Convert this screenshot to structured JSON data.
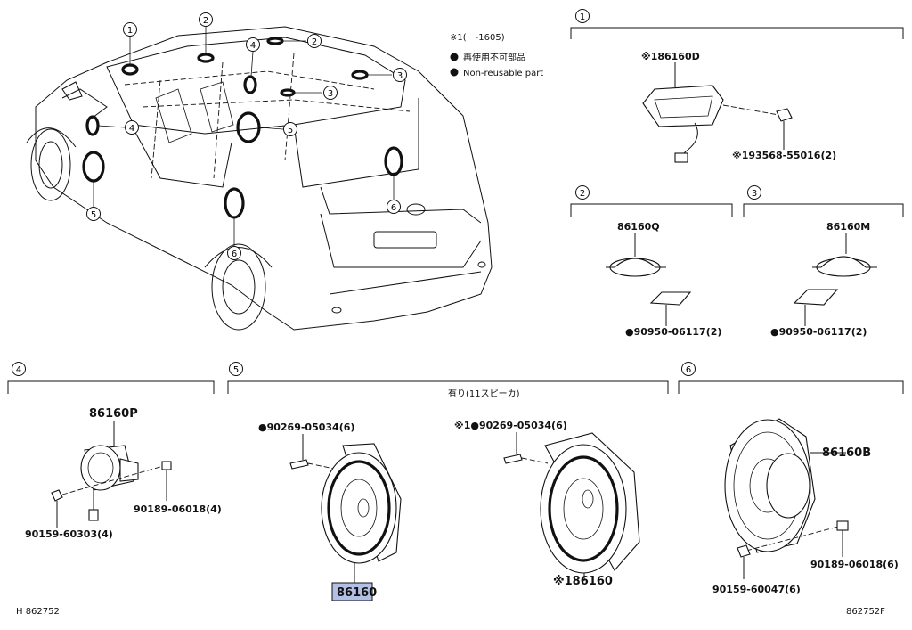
{
  "legend": {
    "note1": "※1(　-1605)",
    "nonreusable_jp": "再使用不可部品",
    "nonreusable_en": "Non-reusable part"
  },
  "callouts": [
    "1",
    "2",
    "3",
    "4",
    "5",
    "6"
  ],
  "sections": {
    "s1": {
      "num": "1",
      "main_part": "※186160D",
      "screw": "※193568-55016(2)"
    },
    "s2": {
      "num": "2",
      "main_part": "86160Q",
      "pad": "●90950-06117(2)"
    },
    "s3": {
      "num": "3",
      "main_part": "86160M",
      "pad": "●90950-06117(2)"
    },
    "s4": {
      "num": "4",
      "main_part": "86160P",
      "screw": "90159-60303(4)",
      "clip": "90189-06018(4)"
    },
    "s5": {
      "num": "5",
      "header": "有り(11スピーカ)",
      "rivet_left": "●90269-05034(6)",
      "rivet_right": "※1●90269-05034(6)",
      "main_part": "86160",
      "main_part_right": "※186160"
    },
    "s6": {
      "num": "6",
      "main_part": "86160B",
      "screw": "90159-60047(6)",
      "clip": "90189-06018(6)"
    }
  },
  "footer": {
    "left": "H 862752",
    "right": "862752F"
  },
  "colors": {
    "highlight": "#b4bfe6",
    "ink": "#111111"
  }
}
